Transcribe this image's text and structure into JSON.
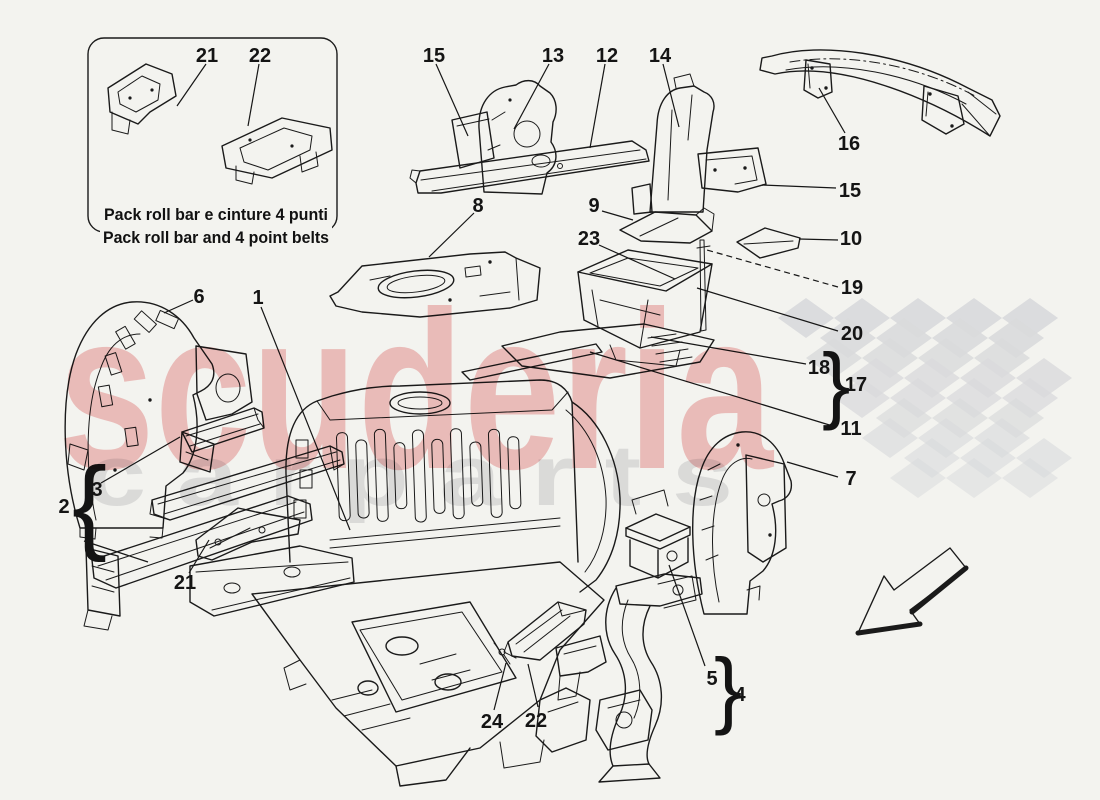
{
  "inset": {
    "caption_line1": "Pack roll bar e cinture 4 punti",
    "caption_line2": "Pack roll bar and 4 point belts"
  },
  "watermark": {
    "brand": "scuderia",
    "tagline": "c a r   p a r t s",
    "brand_color": "#e25555",
    "tagline_color": "#c7c7c7"
  },
  "flag_color": "#d9dadc",
  "callouts": {
    "box_21": "21",
    "box_22": "22",
    "top_15": "15",
    "top_13": "13",
    "top_12": "12",
    "top_14": "14",
    "right_16": "16",
    "right_15": "15",
    "mid_8": "8",
    "mid_9": "9",
    "mid_23": "23",
    "side_10": "10",
    "side_19": "19",
    "side_20": "20",
    "side_18": "18",
    "side_17": "17",
    "side_11": "11",
    "side_7": "7",
    "left_6": "6",
    "left_1": "1",
    "left_3": "3",
    "left_2": "2",
    "left_21": "21",
    "bottom_24": "24",
    "bottom_22": "22",
    "bottom_5": "5",
    "bottom_4": "4",
    "brace_open": "{",
    "brace_close1": "}",
    "brace_close2": "}"
  }
}
